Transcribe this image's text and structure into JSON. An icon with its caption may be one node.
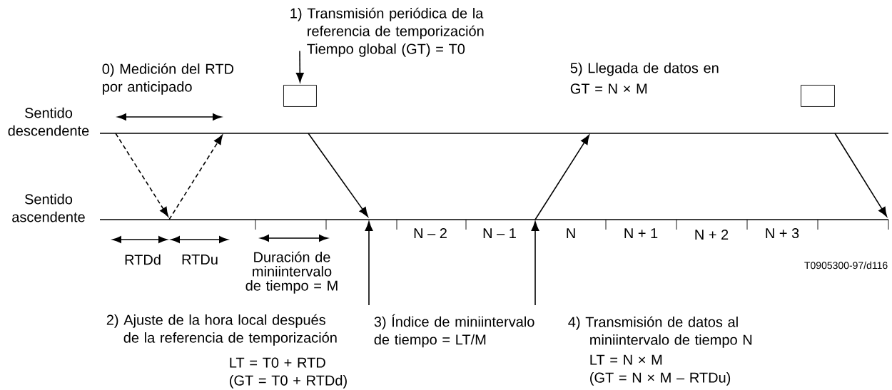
{
  "diagram": {
    "nodes": [
      {
        "text": [
          "1) Transmisión periódica de la referencia de temporización Tiempo global (GT) = T0"
        ]
      },
      {
        "text": [],
        "shape": "box"
      },
      {
        "text": [],
        "shape": "box"
      },
      {
        "text": [],
        "shape": "line",
        "beside": [
          "Sentido descendente"
        ]
      },
      {
        "text": [],
        "shape": "line",
        "beside": [
          "Sentido ascendente"
        ]
      },
      {
        "text": [
          "2) Ajuste de la hora local después de la referencia de temporización",
          "LT = T0 + RTD",
          "(GT = T0 + RTDd)"
        ]
      },
      {
        "text": [
          "4) Transmisión de datos al miniintervalo de tiempo N",
          "LT = N × M",
          "(GT = N × M – RTDu)"
        ]
      }
    ],
    "edges": [
      {
        "from": 0,
        "to": 1,
        "arrow": "to"
      },
      {
        "from": 3,
        "to": 4,
        "arrow": "to",
        "style": "dashed"
      },
      {
        "from": 4,
        "to": 3,
        "arrow": "to",
        "style": "dashed"
      },
      {
        "from": 3,
        "to": 4,
        "arrow": "to"
      },
      {
        "from": 4,
        "to": 3,
        "arrow": "to"
      },
      {
        "from": 3,
        "to": 4,
        "arrow": "to"
      },
      {
        "from": 5,
        "to": 4,
        "arrow": "to"
      },
      {
        "from": 6,
        "to": 4,
        "arrow": "to"
      }
    ],
    "labels": [
      "0) Medición del RTD por anticipado",
      "5) Llegada de datos en GT = N × M",
      "N – 2",
      "N – 1",
      "N",
      "N + 1",
      "N + 2",
      "N + 3",
      "RTDd",
      "RTDu",
      "Duración de miniintervalo de tiempo = M",
      "T0905300-97/d116",
      "3) Índice de miniintervalo de tiempo = LT/M"
    ]
  }
}
